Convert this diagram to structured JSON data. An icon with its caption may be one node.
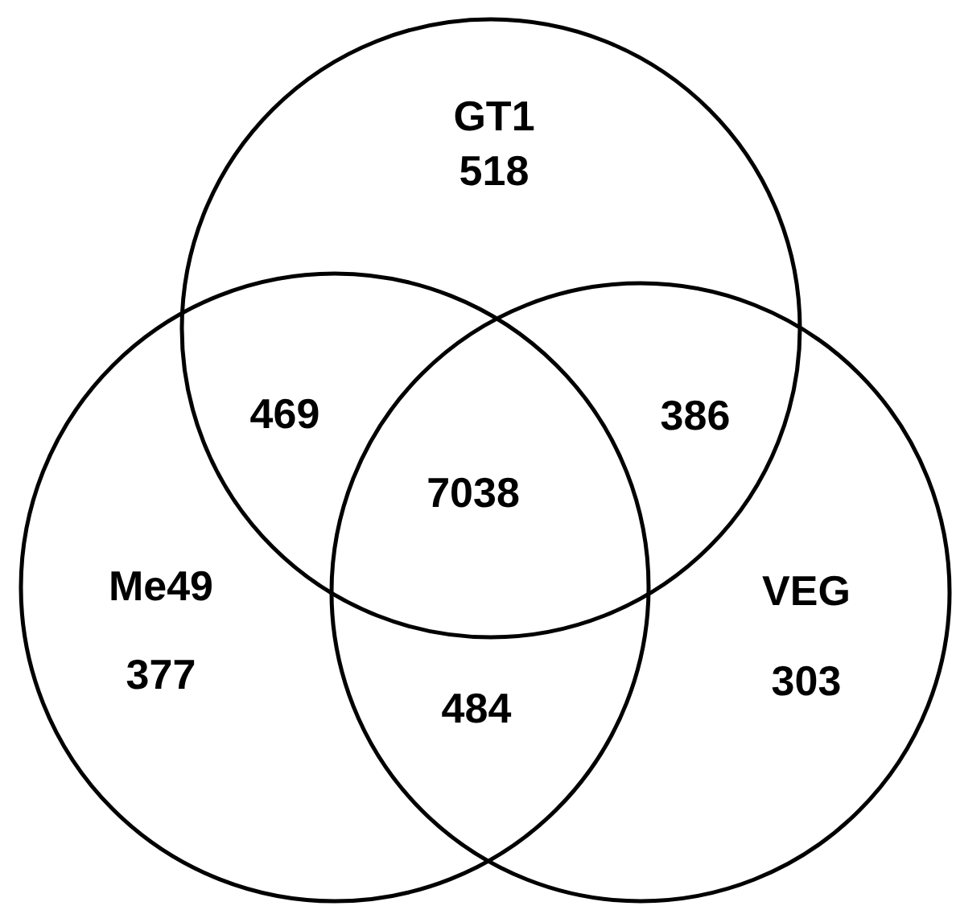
{
  "diagram": {
    "nodes": [
      {
        "text": [
          "GT1",
          "518"
        ]
      },
      {
        "text": [
          "Me49",
          "377"
        ]
      },
      {
        "text": [
          "VEG",
          "303"
        ]
      }
    ],
    "labels": [
      "469",
      "386",
      "7038",
      "484"
    ]
  }
}
